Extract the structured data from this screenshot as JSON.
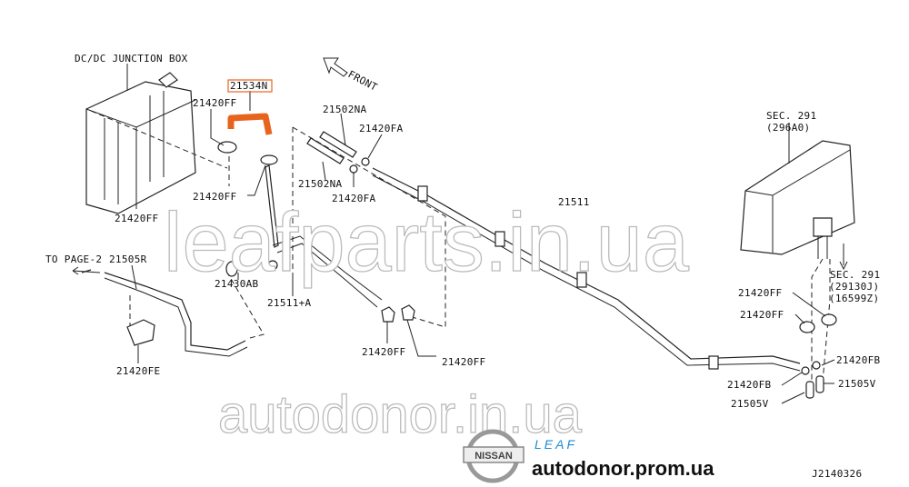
{
  "diagram": {
    "title_box": "DC/DC JUNCTION BOX",
    "direction": "FRONT",
    "highlighted_part": "21534N",
    "highlight_color": "#e8641e",
    "labels": {
      "ff_top": "21420FF",
      "ff_mid": "21420FF",
      "ff_hidden": "21420FF",
      "na_top": "21502NA",
      "na_bottom": "21502NA",
      "fa_top": "21420FA",
      "fa_bottom": "21420FA",
      "sec_a1": "SEC. 291",
      "sec_a2": "(296A0)",
      "sec_b1": "SEC. 291",
      "sec_b2": "(29130J)",
      "sec_b3": "(16599Z)",
      "p21511": "21511",
      "to_page": "TO PAGE-2",
      "r21505": "21505R",
      "ab21430": "21430AB",
      "a21511": "21511+A",
      "ff_r1": "21420FF",
      "ff_r2": "21420FF",
      "ff_b1": "21420FF",
      "ff_b2": "21420FF",
      "fe": "21420FE",
      "fb1": "21420FB",
      "fb2": "21420FB",
      "v1": "21505V",
      "v2": "21505V",
      "code": "J2140326"
    }
  },
  "watermarks": {
    "top": "leafparts.in.ua",
    "bottom": "autodonor.in.ua"
  },
  "branding": {
    "nissan": "NISSAN",
    "leaf": "LEAF",
    "leaf_color": "#1e8ad6",
    "site": "autodonor.prom.ua"
  }
}
